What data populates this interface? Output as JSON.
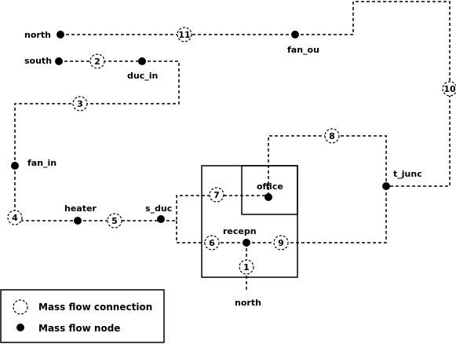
{
  "nodes": [
    {
      "id": "north_top",
      "label": "north"
    },
    {
      "id": "fan_ou",
      "label": "fan_ou"
    },
    {
      "id": "south",
      "label": "south"
    },
    {
      "id": "duc_in",
      "label": "duc_in"
    },
    {
      "id": "fan_in",
      "label": "fan_in"
    },
    {
      "id": "heater",
      "label": "heater"
    },
    {
      "id": "s_duc",
      "label": "s_duc"
    },
    {
      "id": "office",
      "label": "office"
    },
    {
      "id": "recepn",
      "label": "recepn"
    },
    {
      "id": "t_junc",
      "label": "t_junc"
    },
    {
      "id": "north_bottom",
      "label": "north"
    }
  ],
  "connections": [
    "1",
    "2",
    "3",
    "4",
    "5",
    "6",
    "7",
    "8",
    "9",
    "10",
    "11"
  ],
  "legend": {
    "connection_label": "Mass flow connection",
    "node_label": "Mass flow node"
  }
}
